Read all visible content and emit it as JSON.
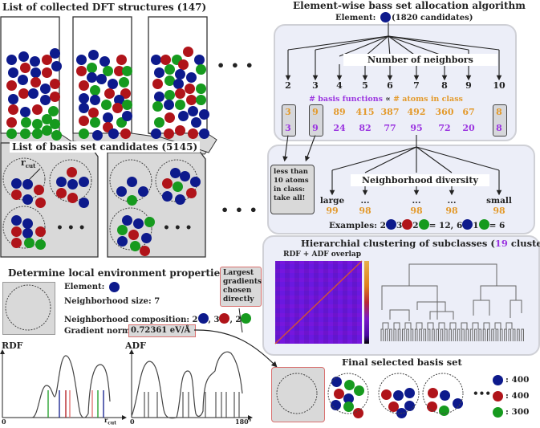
{
  "left": {
    "dft_title": "List of collected DFT structures (147)",
    "candidates_title": "List of basis set candidates (5145)",
    "rcut_label": "r",
    "rcut_sub": "cut",
    "ellipsis": "• • •",
    "local_env": {
      "title": "Determine local environment properties",
      "element_label": "Element:",
      "neighborhood_size": "Neighborhood size: 7",
      "composition_label": "Neighborhood composition:",
      "composition": [
        {
          "count": "2",
          "color": "blue"
        },
        {
          "count": "3",
          "color": "red"
        },
        {
          "count": "2",
          "color": "green"
        }
      ],
      "gradient_label": "Gradient norm:",
      "gradient_value": "0.72361 eV/Å"
    },
    "largest_gradients_note": [
      "Largest",
      "gradients",
      "chosen",
      "directly"
    ],
    "rdf": {
      "title": "RDF",
      "x_start": "0",
      "x_end": "r",
      "x_end_sub": "cut"
    },
    "adf": {
      "title": "ADF",
      "x_start": "0",
      "x_end": "180°"
    }
  },
  "right": {
    "algorithm_title": "Element-wise bass set allocation algorithm",
    "element_label": "Element:",
    "candidates": "(1820 candidates)",
    "neighbors_label": "Number of neighbors",
    "neighbor_counts": [
      "2",
      "3",
      "4",
      "5",
      "6",
      "7",
      "8",
      "9",
      "10"
    ],
    "formula": {
      "left": "# basis functions",
      "op": "∝",
      "right": "# atoms in class"
    },
    "atoms_in_class": [
      "3",
      "9",
      "89",
      "415",
      "387",
      "492",
      "360",
      "67",
      "8"
    ],
    "basis_functions": [
      "3",
      "9",
      "24",
      "82",
      "77",
      "95",
      "72",
      "20",
      "8"
    ],
    "take_all_note": [
      "less than",
      "10 atoms",
      "in class:",
      "take all!"
    ],
    "diversity": {
      "label": "Neighborhood diversity",
      "levels": [
        "large",
        "...",
        "...",
        "...",
        "small"
      ],
      "values": [
        "99",
        "98",
        "98",
        "98",
        "98"
      ],
      "examples_label": "Examples:",
      "example1": {
        "parts": [
          "2",
          "3",
          "2"
        ],
        "result": "= 12,"
      },
      "example2": {
        "parts": [
          "6",
          "1"
        ],
        "result": "= 6"
      }
    },
    "clustering": {
      "title_prefix": "Hierarchial clustering of subclasses (",
      "count": "19",
      "title_suffix": " clusters)",
      "heatmap_title": "RDF + ADF overlap"
    },
    "final": {
      "title": "Final selected basis set",
      "ellipsis": "•••",
      "legend": [
        {
          "color": "blue",
          "value": ": 400"
        },
        {
          "color": "red",
          "value": ": 400"
        },
        {
          "color": "green",
          "value": ": 300"
        }
      ]
    }
  },
  "colors": {
    "blue": "#0d1a8c",
    "red": "#b0141a",
    "green": "#169a1e",
    "orange": "#e39a2c",
    "purple": "#9b35e0",
    "panel": "#eceef8",
    "highlight_border": "#d9706f"
  }
}
